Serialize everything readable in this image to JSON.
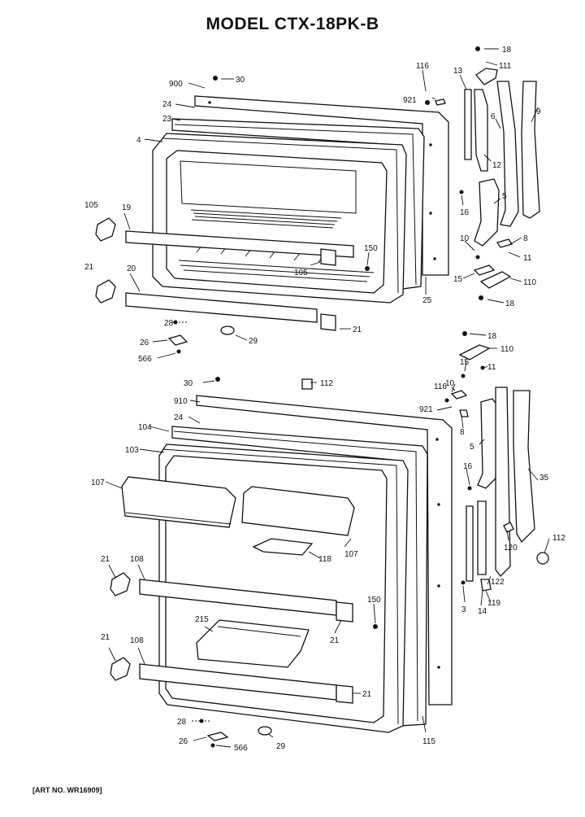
{
  "header": {
    "title": "MODEL CTX-18PK-B"
  },
  "footer": {
    "art_no": "[ART NO. WR16909]"
  },
  "part_labels": {
    "freezer": [
      "900",
      "30",
      "24",
      "23",
      "4",
      "105",
      "19",
      "21",
      "20",
      "28",
      "26",
      "566",
      "29",
      "150",
      "105",
      "21",
      "25",
      "116",
      "921",
      "13",
      "111",
      "18",
      "6",
      "9",
      "12",
      "16",
      "5",
      "10",
      "8",
      "11",
      "15",
      "110",
      "18"
    ],
    "fresh_food": [
      "18",
      "110",
      "15",
      "11",
      "112",
      "30",
      "910",
      "24",
      "104",
      "103",
      "107",
      "116",
      "10",
      "921",
      "8",
      "5",
      "35",
      "16",
      "112",
      "120",
      "122",
      "119",
      "14",
      "3",
      "118",
      "107",
      "21",
      "108",
      "21",
      "215",
      "150",
      "21",
      "108",
      "21",
      "28",
      "26",
      "566",
      "29",
      "115"
    ]
  }
}
